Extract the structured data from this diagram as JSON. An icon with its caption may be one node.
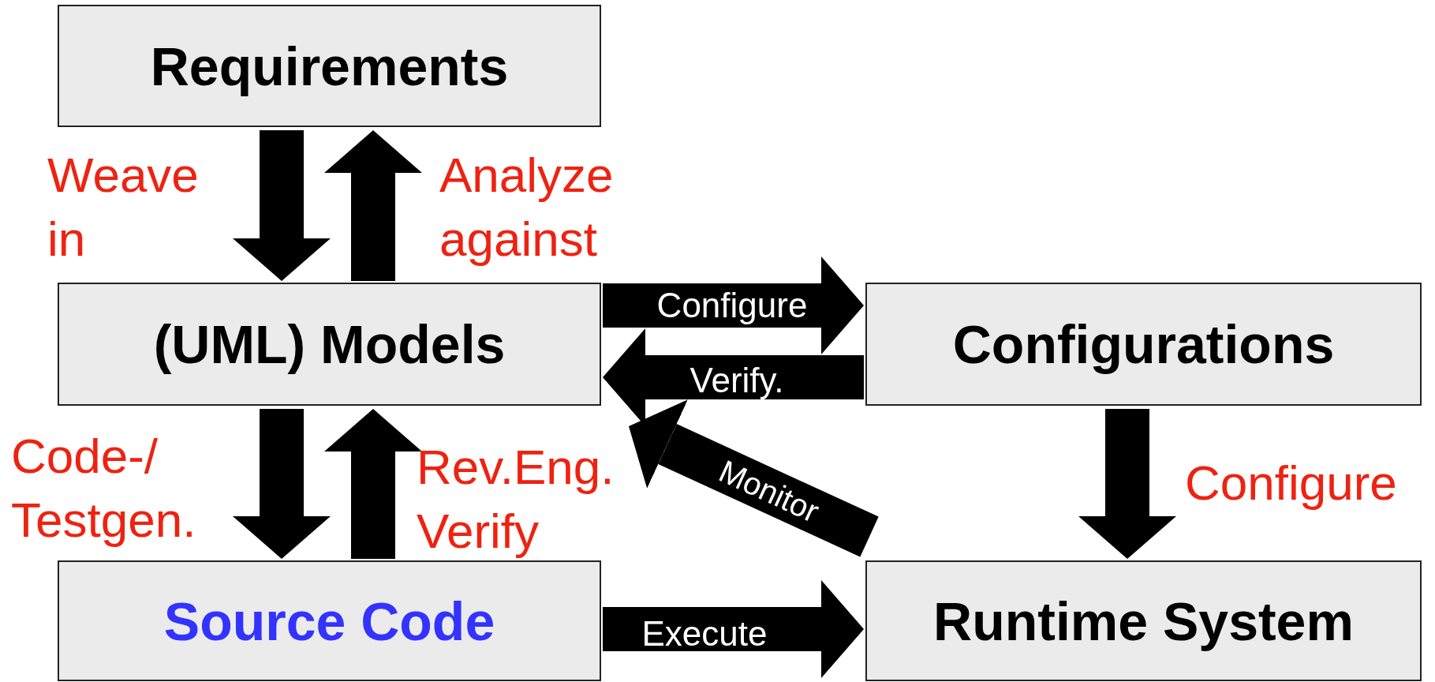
{
  "diagram": {
    "nodes": [
      {
        "text": [
          "Requirements"
        ]
      },
      {
        "text": [
          "(UML) Models"
        ]
      },
      {
        "text": [
          "Configurations"
        ]
      },
      {
        "text": [
          "Source Code"
        ]
      },
      {
        "text": [
          "Runtime System"
        ]
      }
    ],
    "edges": [
      {
        "from": 0,
        "to": 1,
        "arrow": "to",
        "label": "Weave in"
      },
      {
        "from": 1,
        "to": 0,
        "arrow": "to",
        "label": "Analyze against"
      },
      {
        "from": 1,
        "to": 2,
        "arrow": "to",
        "label": "Configure"
      },
      {
        "from": 2,
        "to": 1,
        "arrow": "to",
        "label": "Verify."
      },
      {
        "from": 4,
        "to": 1,
        "arrow": "to",
        "label": "Monitor"
      },
      {
        "from": 2,
        "to": 4,
        "arrow": "to",
        "label": "Configure"
      },
      {
        "from": 1,
        "to": 3,
        "arrow": "to",
        "label": "Code-/ Testgen."
      },
      {
        "from": 3,
        "to": 1,
        "arrow": "to",
        "label": "Rev.Eng. Verify"
      },
      {
        "from": 3,
        "to": 4,
        "arrow": "to",
        "label": "Execute"
      }
    ]
  }
}
